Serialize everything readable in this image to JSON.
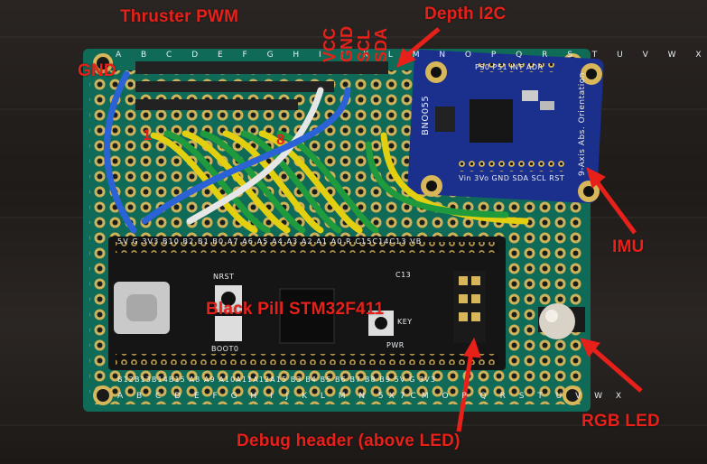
{
  "annotations": {
    "thruster_pwm": "Thruster PWM",
    "depth_i2c": "Depth I2C",
    "gnd": "GND",
    "pin_1": "1",
    "pin_8": "8",
    "imu": "IMU",
    "black_pill": "Black Pill STM32F411",
    "rgb_led": "RGB LED",
    "debug_header": "Debug header (above LED)",
    "i2c_pins": [
      "VCC",
      "GND",
      "SCL",
      "SDA"
    ]
  },
  "board": {
    "top_columns": "A B C D E F G H I J K L M N O P Q R S T U V W X",
    "bottom_columns": "A B C D E F G H I J K L M N 5X7CM O P Q R S T U V W X",
    "header_pins_top": "5V  G  3V3 B10 B2  B1  B0  A7  A6  A5  A4  A3  A2  A1  A0  R  C15C14C13 VB",
    "header_pins_bottom": "B12B13B14B15 A8  A9 A10A11A12A15 B3  B4  B5  B6  B7  B8  B9  5V  G  3V3",
    "imu_chip": "BNO055",
    "imu_side_text": "9-Axis Abs. Orientation",
    "imu_top_pins": "PS0 PS1 INT ADR",
    "imu_bottom_pins": "Vin 3Vo GND SDA SCL RST",
    "mcu_labels": [
      "NRST",
      "BOOT0",
      "KEY",
      "PWR",
      "C13"
    ]
  },
  "colors": {
    "annotation": "#e8201a",
    "pcb": "#0f6b57",
    "imu_board": "#1b2f8c",
    "wire_yellow": "#e2cf10",
    "wire_green": "#1f9a3c",
    "wire_blue": "#2b62d6",
    "wire_white": "#e6e6e6"
  }
}
